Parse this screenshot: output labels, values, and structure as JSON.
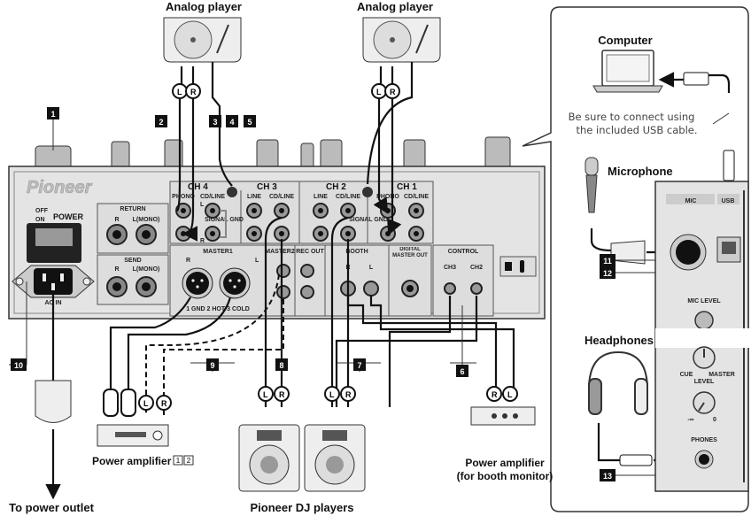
{
  "sources": {
    "analog_player_left": "Analog player",
    "analog_player_right": "Analog player"
  },
  "mixer_rear": {
    "brand": "Pioneer",
    "power": {
      "label": "POWER",
      "off": "OFF",
      "on": "ON"
    },
    "ac_in": "AC IN",
    "return": {
      "title": "RETURN",
      "r": "R",
      "l": "L(MONO)"
    },
    "send": {
      "title": "SEND",
      "r": "R",
      "l": "L(MONO)"
    },
    "channels": [
      {
        "title": "CH 4",
        "left": "PHONO",
        "right": "CD/LINE"
      },
      {
        "title": "CH 3",
        "left": "LINE",
        "right": "CD/LINE"
      },
      {
        "title": "CH 2",
        "left": "LINE",
        "right": "CD/LINE"
      },
      {
        "title": "CH 1",
        "left": "PHONO",
        "right": "CD/LINE"
      }
    ],
    "signal_gnd": "SIGNAL GND",
    "jack_l": "L",
    "jack_r": "R",
    "master1": {
      "title": "MASTER1",
      "r": "R",
      "l": "L",
      "pinout": "1 GND  2 HOT  3 COLD"
    },
    "master2": "MASTER2",
    "rec_out": "REC OUT",
    "booth": {
      "title": "BOOTH",
      "r": "R",
      "l": "L"
    },
    "digital_master_out": "DIGITAL MASTER OUT",
    "control": {
      "title": "CONTROL",
      "ch3": "CH3",
      "ch2": "CH2"
    }
  },
  "callouts": [
    "1",
    "2",
    "3",
    "4",
    "5",
    "6",
    "7",
    "8",
    "9",
    "10",
    "11",
    "12",
    "13"
  ],
  "destinations": {
    "power_outlet": "To power outlet",
    "power_amplifier": "Power amplifier",
    "power_amplifier_notes": [
      "1",
      "2"
    ],
    "dj_players": "Pioneer DJ players",
    "booth_amp_line1": "Power amplifier",
    "booth_amp_line2": "(for booth monitor)"
  },
  "front_panel": {
    "computer": "Computer",
    "usb_note_line1": "Be sure to connect using",
    "usb_note_line2": "the included USB cable.",
    "microphone": "Microphone",
    "mic": "MIC",
    "usb": "USB",
    "mic_level": "MIC LEVEL",
    "headphones": "Headphones",
    "cue": "CUE",
    "master": "MASTER",
    "level": "LEVEL",
    "level_min": "-∞",
    "level_max": "0",
    "phones": "PHONES"
  }
}
